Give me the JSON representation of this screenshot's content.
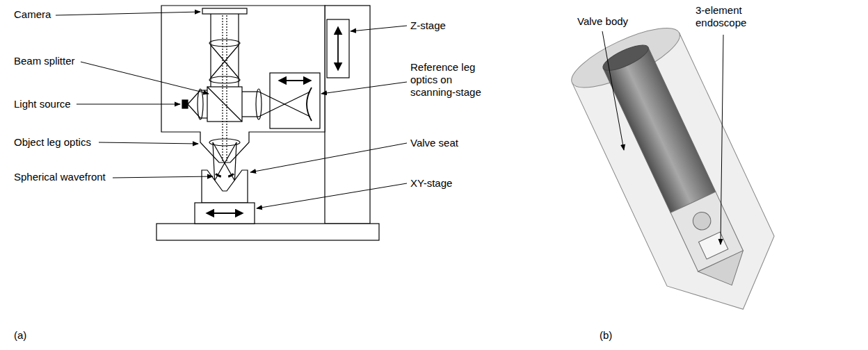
{
  "diagram": {
    "labels": [
      "Camera",
      "Beam splitter",
      "Light source",
      "Object leg optics",
      "Spherical wavefront",
      "(a)",
      "Z-stage",
      "Reference leg optics on scanning-stage",
      "Valve seat",
      "XY-stage",
      "Valve body",
      "3-element endoscope",
      "(b)"
    ]
  }
}
